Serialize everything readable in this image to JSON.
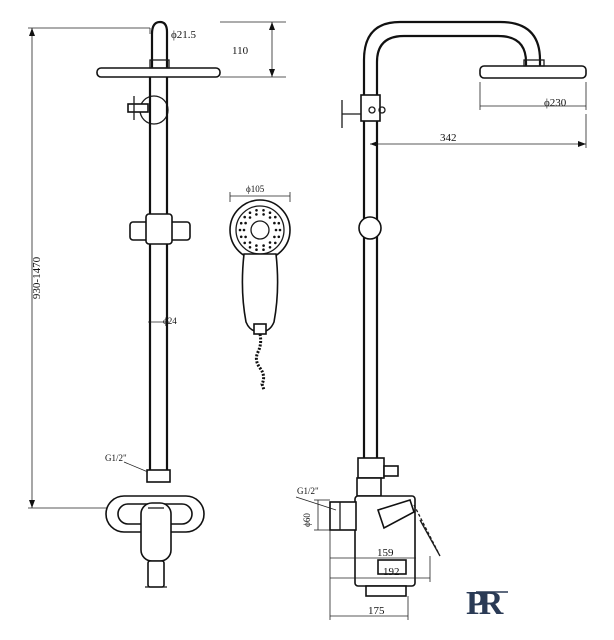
{
  "dimensions": {
    "rail_diameter": "ϕ21.5",
    "head_height": "110",
    "height_range": "930-1470",
    "pipe_diameter": "ϕ24",
    "inlet_left": "G1/2\"",
    "head_diameter": "ϕ230",
    "arm_reach": "342",
    "handshower_diameter": "ϕ105",
    "inlet_right": "G1/2\"",
    "body_diameter": "ϕ60",
    "depth_159": "159",
    "depth_192": "192",
    "depth_175": "175"
  },
  "logo": {
    "mark": "PR"
  }
}
